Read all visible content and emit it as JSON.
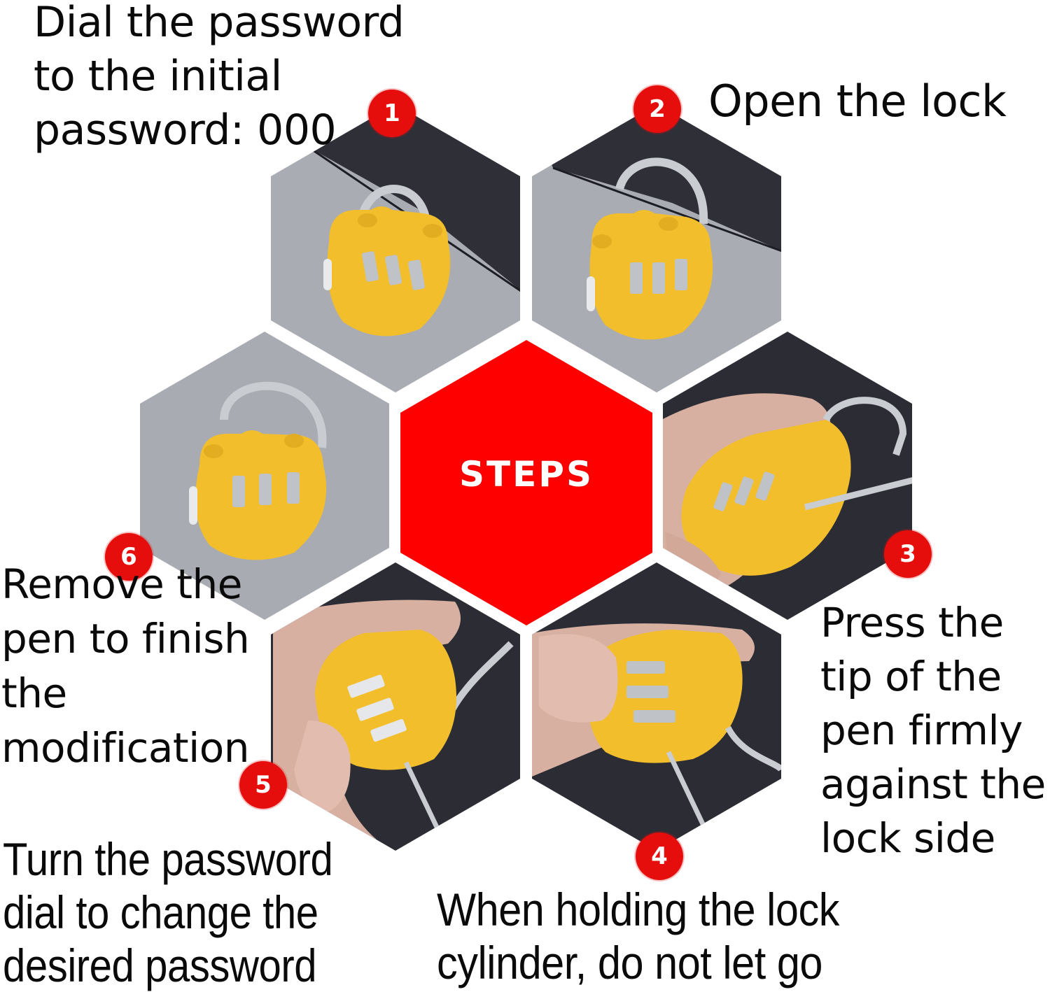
{
  "diagram": {
    "title": "STEPS",
    "colors": {
      "accent_red": "#ff0000",
      "badge_red": "#e60d0d",
      "lock_yellow": "#f2be2c",
      "surface_gray": "#a7aab0",
      "surface_dark": "#2f3038",
      "skin": "#d9b3a6",
      "background": "#ffffff"
    },
    "steps": [
      {
        "number": "1",
        "caption": "Dial the password\nto the initial\npassword: 000",
        "image": "closed-yellow-combination-lock-dials-000"
      },
      {
        "number": "2",
        "caption": "Open the lock",
        "image": "open-yellow-combination-lock-dials-000"
      },
      {
        "number": "3",
        "caption": "Press the\ntip of the\npen firmly\nagainst the\nlock side",
        "image": "hand-pressing-pen-into-lock-side"
      },
      {
        "number": "4",
        "caption": "When holding the lock\ncylinder, do not let go",
        "image": "hand-holding-lock-with-pen-inserted"
      },
      {
        "number": "5",
        "caption": "Turn the password\ndial to change the\ndesired password",
        "image": "hand-turning-dials-to-789"
      },
      {
        "number": "6",
        "caption": "Remove the\npen to finish\nthe\nmodification",
        "image": "open-lock-with-new-combination-789"
      }
    ]
  }
}
